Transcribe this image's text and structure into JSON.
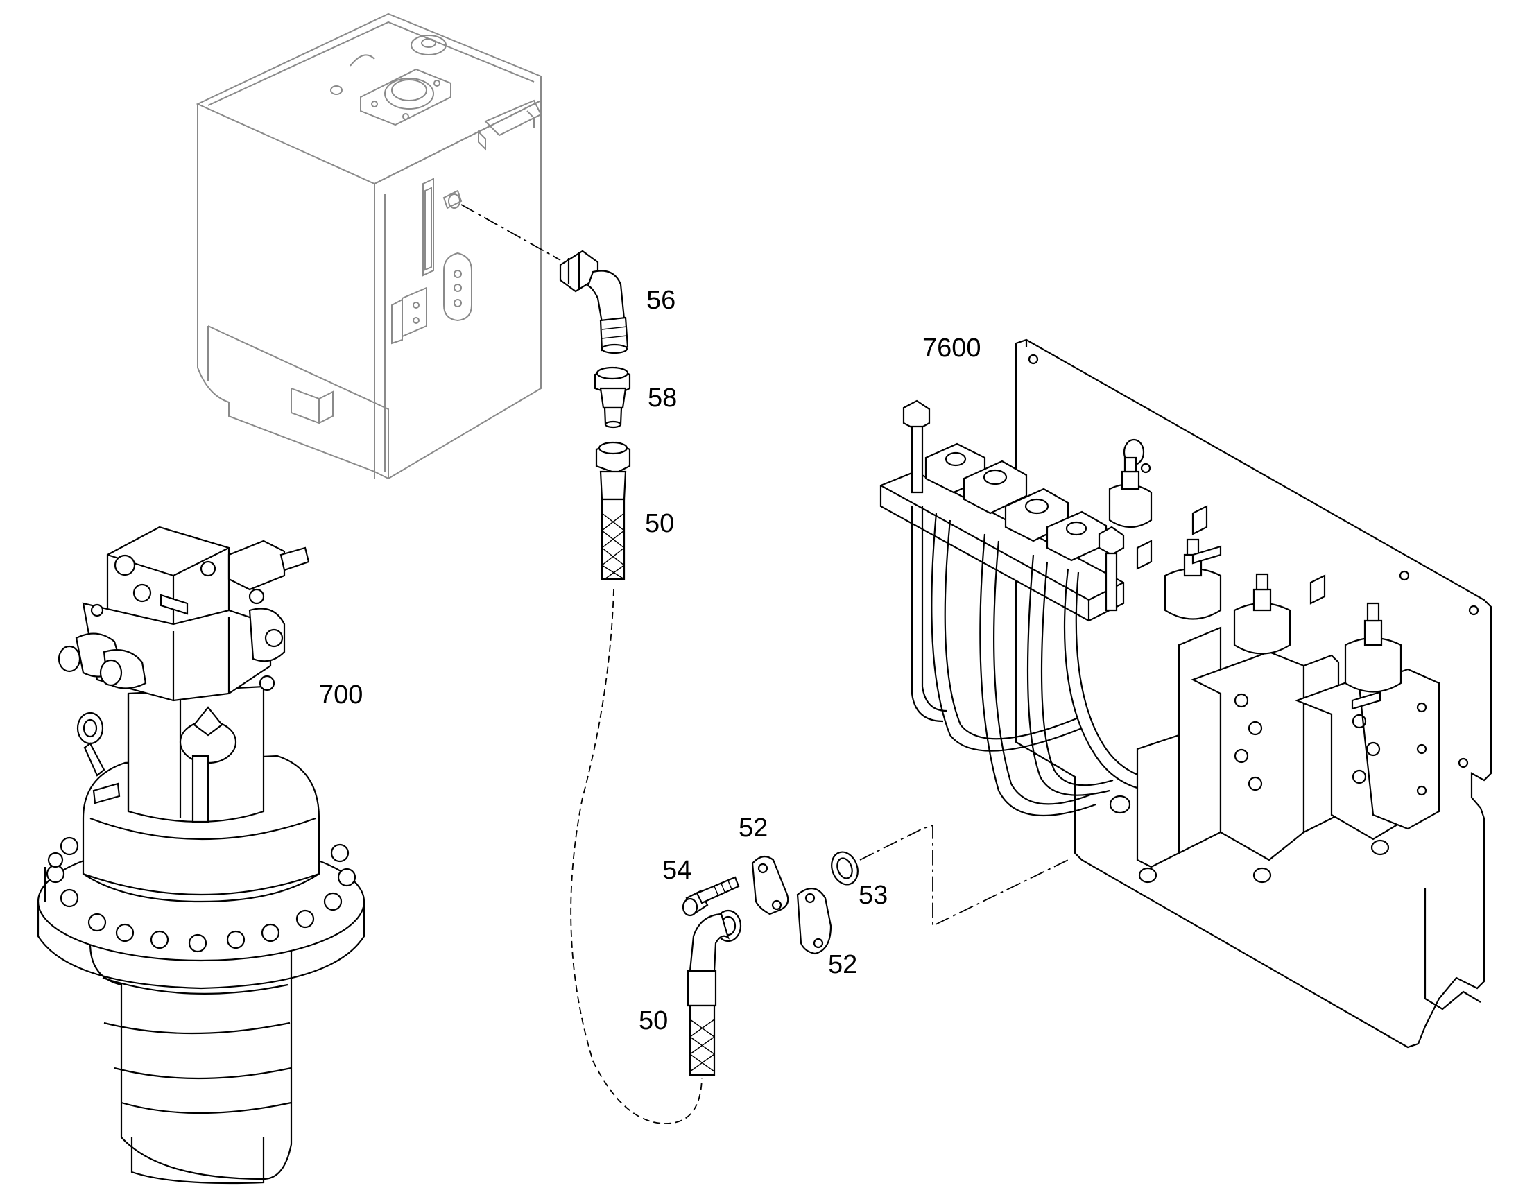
{
  "callouts": {
    "c56": "56",
    "c58": "58",
    "c50_top": "50",
    "c7600": "7600",
    "c700": "700",
    "c52_top": "52",
    "c54": "54",
    "c53": "53",
    "c52_bottom": "52",
    "c50_bottom": "50"
  },
  "colors": {
    "line": "#000000",
    "tank_line": "#8a8a8a",
    "background": "#ffffff"
  }
}
